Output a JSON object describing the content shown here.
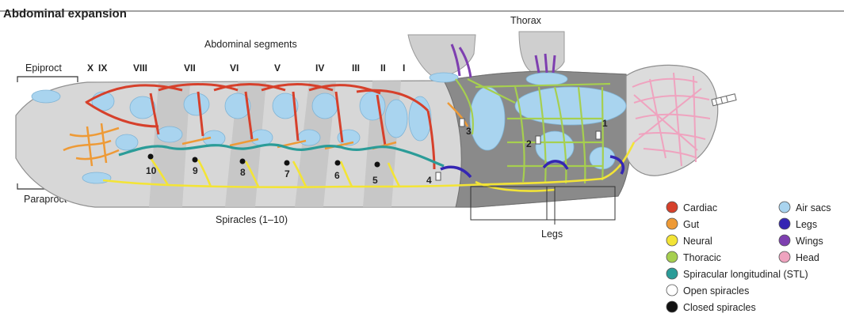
{
  "title": "Abdominal expansion",
  "labels": {
    "thorax": "Thorax",
    "abdominal_segments": "Abdominal segments",
    "epiproct": "Epiproct",
    "paraproct": "Paraproct",
    "spiracles": "Spiracles (1–10)",
    "legs": "Legs"
  },
  "segments": [
    "X",
    "IX",
    "VIII",
    "VII",
    "VI",
    "V",
    "IV",
    "III",
    "II",
    "I"
  ],
  "spiracle_numbers": [
    "10",
    "9",
    "8",
    "7",
    "6",
    "5",
    "4",
    "3",
    "2",
    "1"
  ],
  "legend": [
    {
      "label": "Cardiac",
      "color": "#d6402b"
    },
    {
      "label": "Gut",
      "color": "#ee9a36"
    },
    {
      "label": "Neural",
      "color": "#f3e436"
    },
    {
      "label": "Thoracic",
      "color": "#a6cf4f"
    },
    {
      "label": "Spiracular longitudinal (STL)",
      "color": "#2b9c98"
    },
    {
      "label": "Open spiracles",
      "color": "#ffffff"
    },
    {
      "label": "Closed spiracles",
      "color": "#111111"
    },
    {
      "label": "Air sacs",
      "color": "#a9d4ef"
    },
    {
      "label": "Legs",
      "color": "#3526b3"
    },
    {
      "label": "Wings",
      "color": "#7e3fb0"
    },
    {
      "label": "Head",
      "color": "#efa3bf"
    }
  ]
}
